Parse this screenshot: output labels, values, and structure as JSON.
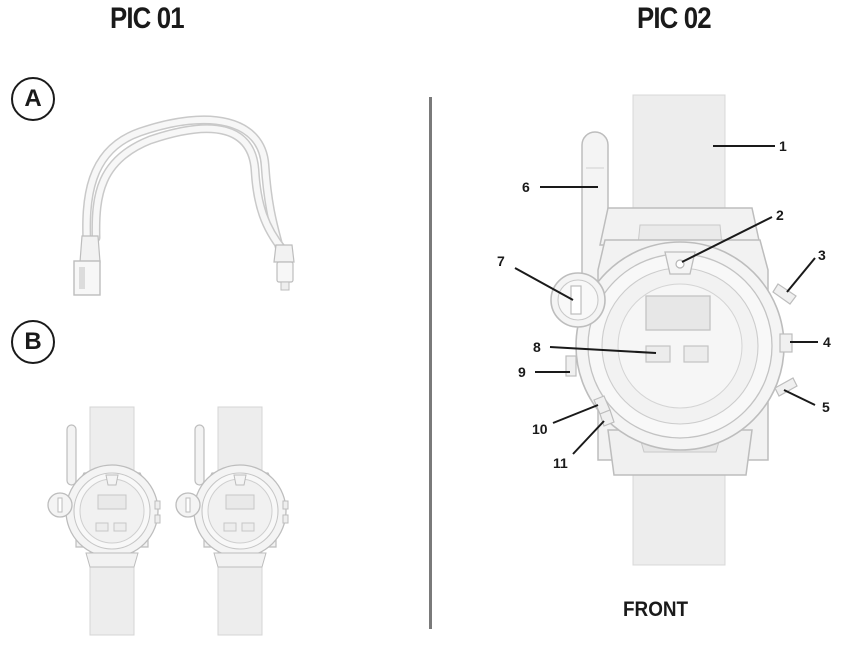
{
  "panels": {
    "pic1_title": "PIC 01",
    "pic2_title": "PIC 02",
    "badge_a": "A",
    "badge_b": "B",
    "front_label": "FRONT"
  },
  "callouts": [
    "1",
    "2",
    "3",
    "4",
    "5",
    "6",
    "7",
    "8",
    "9",
    "10",
    "11"
  ],
  "colors": {
    "outline": "#b8b8b8",
    "fill": "#ececec",
    "fill_light": "#f6f6f6",
    "ink": "#1a1a1a",
    "divider": "#7a7a7a"
  }
}
